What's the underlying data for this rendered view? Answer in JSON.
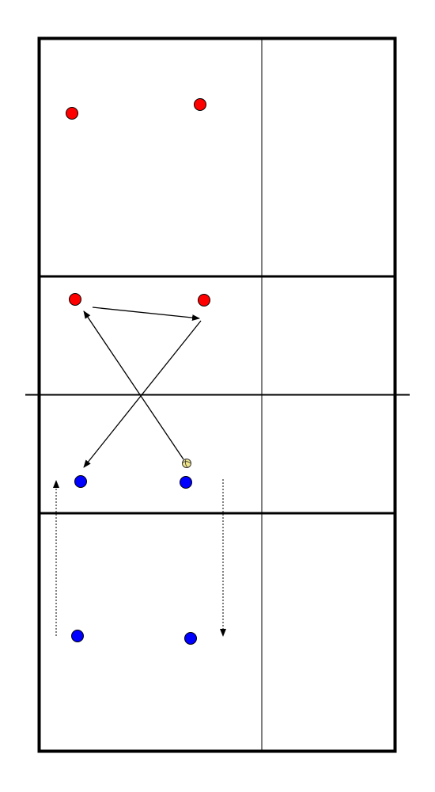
{
  "court": {
    "line_color": "#000000"
  },
  "players": {
    "team_red": {
      "color": "#ff0000",
      "count": 4
    },
    "team_blue": {
      "color": "#0000ff",
      "count": 4
    }
  },
  "ball": {
    "icon": "volleyball-icon",
    "color": "#f0e68c"
  },
  "movements": {
    "passes": {
      "style": "solid-arrow",
      "count": 3
    },
    "runs": {
      "style": "dotted-arrow",
      "count": 2
    }
  }
}
